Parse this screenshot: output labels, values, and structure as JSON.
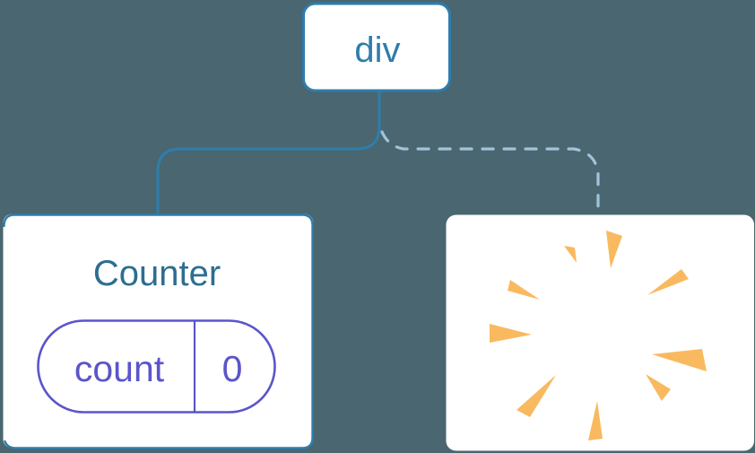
{
  "colors": {
    "background": "#4a6670",
    "card_bg": "#ffffff",
    "node_stroke": "#2e7dad",
    "edge_solid": "#2e7dad",
    "edge_dashed": "#a0c4da",
    "counter_title": "#2c6e91",
    "pill_accent": "#5a55c9",
    "poof_orange": "#f9b95f"
  },
  "tree": {
    "root": {
      "label": "div"
    },
    "children": [
      {
        "type": "component-card",
        "title": "Counter",
        "state": {
          "key": "count",
          "value": "0"
        },
        "edge_style": "solid"
      },
      {
        "type": "removed-card",
        "icon": "poof-sparkle-icon",
        "edge_style": "dashed"
      }
    ]
  }
}
